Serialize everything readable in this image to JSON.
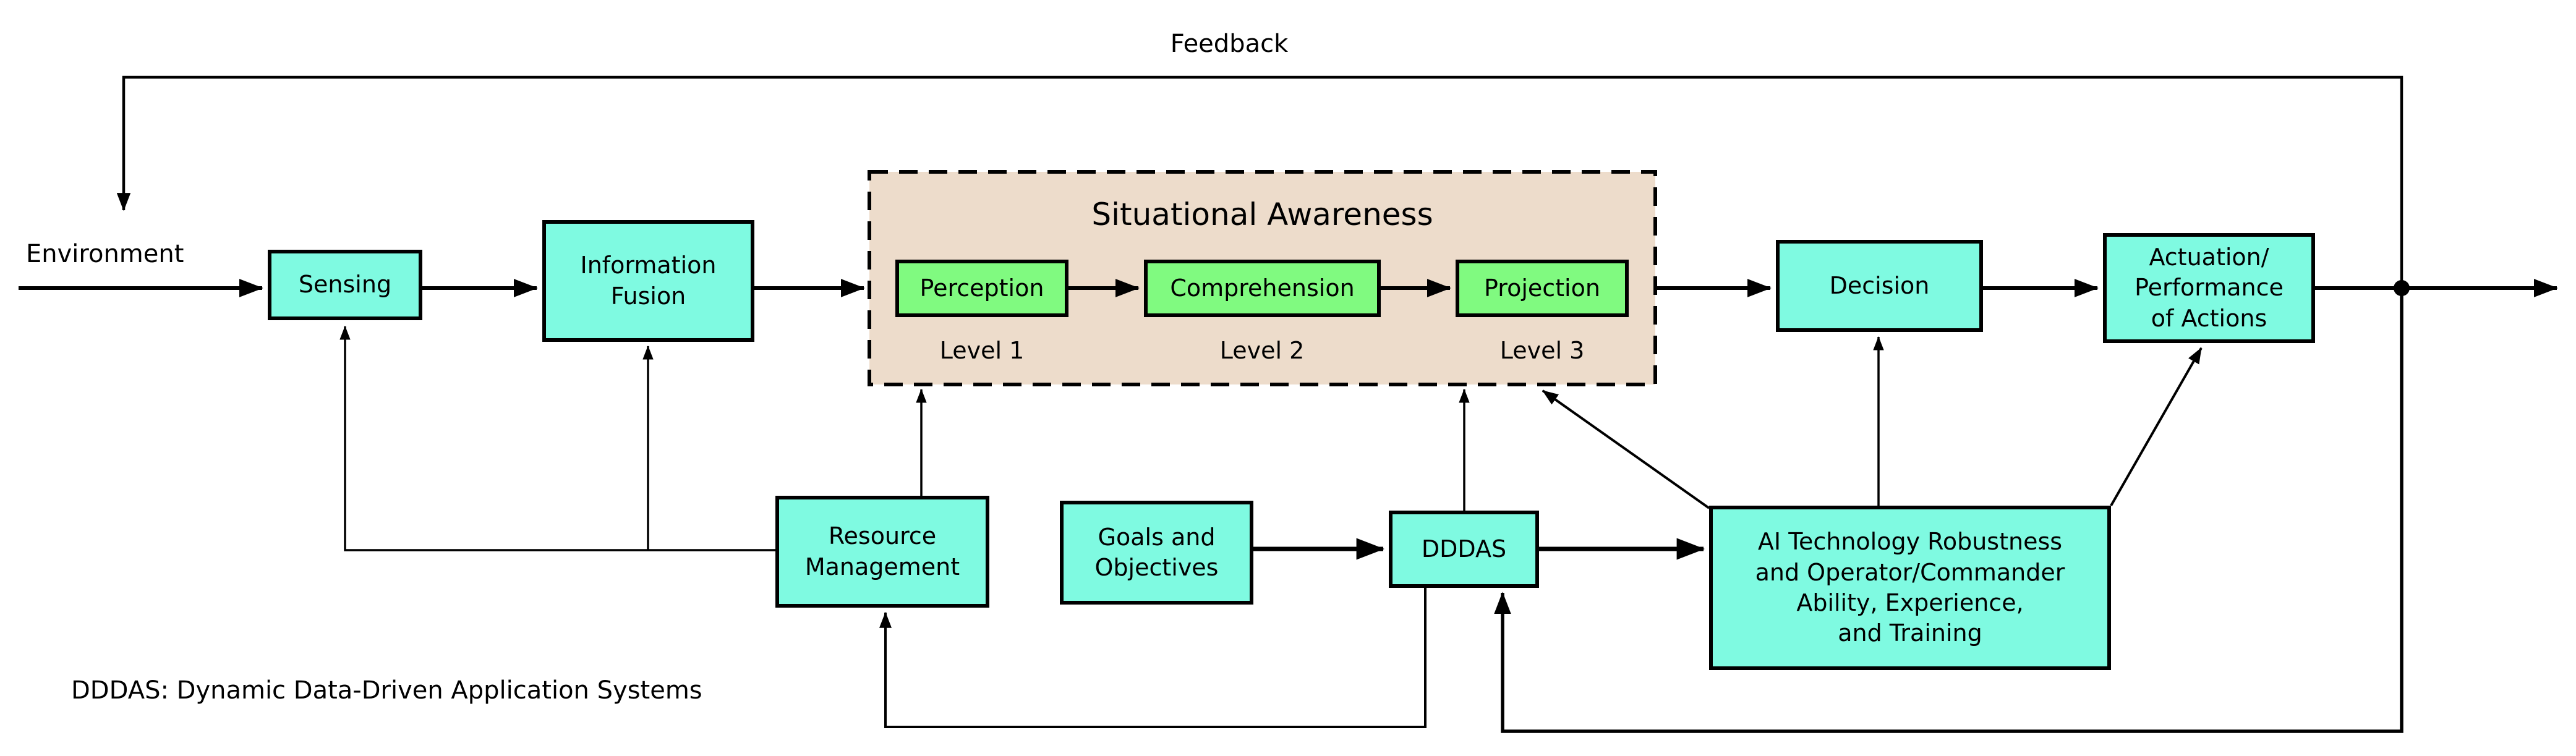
{
  "colors": {
    "box_fill": "#7ffae1",
    "stage_fill": "#80fa80",
    "sa_fill": "#eddccb",
    "line": "#000000",
    "background": "#ffffff"
  },
  "labels": {
    "feedback": "Feedback",
    "environment": "Environment",
    "caption": "DDDAS: Dynamic Data-Driven Application Systems"
  },
  "sa": {
    "title": "Situational Awareness",
    "stages": [
      {
        "label": "Perception",
        "level": "Level 1"
      },
      {
        "label": "Comprehension",
        "level": "Level 2"
      },
      {
        "label": "Projection",
        "level": "Level 3"
      }
    ]
  },
  "boxes": {
    "sensing": {
      "label": "Sensing"
    },
    "information_fusion": {
      "label": "Information\nFusion"
    },
    "decision": {
      "label": "Decision"
    },
    "actuation": {
      "label": "Actuation/\nPerformance\nof Actions"
    },
    "resource_management": {
      "label": "Resource\nManagement"
    },
    "goals": {
      "label": "Goals and\nObjectives"
    },
    "dddas": {
      "label": "DDDAS"
    },
    "ai": {
      "label": "AI Technology Robustness\nand Operator/Commander\nAbility, Experience,\nand Training"
    }
  }
}
